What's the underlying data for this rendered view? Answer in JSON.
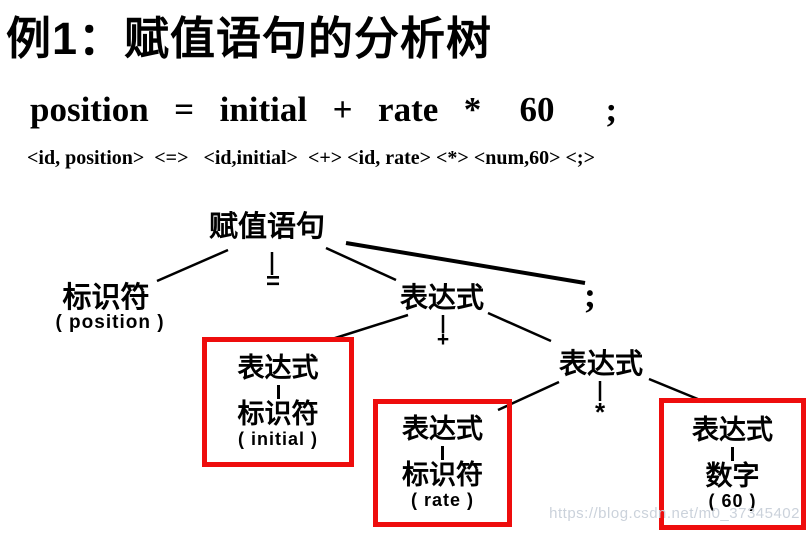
{
  "title": "例1：赋值语句的分析树",
  "statement": {
    "code": "position  =  initial  +  rate  *   60    ;",
    "tokens": "<id, position>  <=>   <id,initial>  <+> <id, rate> <*> <num,60> <;>"
  },
  "tree": {
    "root": "赋值语句",
    "assign_op": "=",
    "identifier_label": "标识符",
    "identifier_value": "( position )",
    "expr_mid_label": "表达式",
    "semicolon": ";",
    "plus_op": "+",
    "expr_right_label": "表达式",
    "star_op": "*",
    "box_initial": {
      "expr": "表达式",
      "kind": "标识符",
      "value": "( initial )"
    },
    "box_rate": {
      "expr": "表达式",
      "kind": "标识符",
      "value": "( rate )"
    },
    "box_num": {
      "expr": "表达式",
      "kind": "数字",
      "value": "( 60 )"
    }
  },
  "colors": {
    "text": "#000000",
    "highlight_box": "#ee0d0d",
    "watermark": "#cbd2db"
  },
  "watermark": "https://blog.csdn.net/m0_37345402"
}
